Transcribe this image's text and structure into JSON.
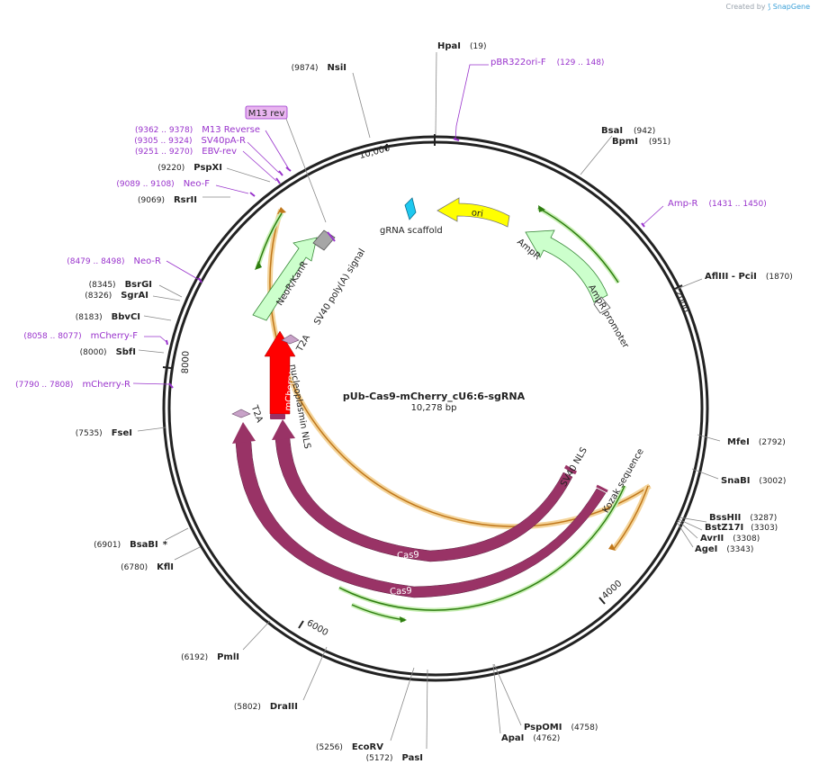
{
  "credit": {
    "prefix": "Created by",
    "brand": "SnapGene"
  },
  "plasmid": {
    "name": "pUb-Cas9-mCherry_cU6:6-sgRNA",
    "length_label": "10,278 bp",
    "length": 10278
  },
  "ticks": [
    {
      "label": "2000",
      "pos": 2000
    },
    {
      "label": "4000",
      "pos": 4000
    },
    {
      "label": "6000",
      "pos": 6000
    },
    {
      "label": "8000",
      "pos": 8000
    },
    {
      "label": "10,000",
      "pos": 10000
    }
  ],
  "sites": [
    {
      "name": "HpaI",
      "pos": "(19)"
    },
    {
      "name": "BsaI",
      "pos": "(942)"
    },
    {
      "name": "BpmI",
      "pos": "(951)"
    },
    {
      "name": "AflIII",
      "name2": "PciI",
      "pos": "(1870)"
    },
    {
      "name": "MfeI",
      "pos": "(2792)"
    },
    {
      "name": "SnaBI",
      "pos": "(3002)"
    },
    {
      "name": "BssHII",
      "pos": "(3287)"
    },
    {
      "name": "BstZ17I",
      "pos": "(3303)"
    },
    {
      "name": "AvrII",
      "pos": "(3308)"
    },
    {
      "name": "AgeI",
      "pos": "(3343)"
    },
    {
      "name": "PspOMI",
      "pos": "(4758)"
    },
    {
      "name": "ApaI",
      "pos": "(4762)"
    },
    {
      "name": "PasI",
      "pos": "(5172)"
    },
    {
      "name": "EcoRV",
      "pos": "(5256)"
    },
    {
      "name": "DraIII",
      "pos": "(5802)"
    },
    {
      "name": "PmlI",
      "pos": "(6192)"
    },
    {
      "name": "KflI",
      "pos": "(6780)"
    },
    {
      "name": "BsaBI",
      "pos": "(6901)",
      "mark": "*"
    },
    {
      "name": "FseI",
      "pos": "(7535)"
    },
    {
      "name": "SbfI",
      "pos": "(8000)"
    },
    {
      "name": "BbvCI",
      "pos": "(8183)"
    },
    {
      "name": "SgrAI",
      "pos": "(8326)"
    },
    {
      "name": "BsrGI",
      "pos": "(8345)"
    },
    {
      "name": "RsrII",
      "pos": "(9069)"
    },
    {
      "name": "PspXI",
      "pos": "(9220)"
    },
    {
      "name": "NsiI",
      "pos": "(9874)"
    }
  ],
  "primers": [
    {
      "name": "pBR322ori-F",
      "range": "(129 .. 148)"
    },
    {
      "name": "Amp-R",
      "range": "(1431 .. 1450)"
    },
    {
      "name": "mCherry-R",
      "range": "(7790 .. 7808)"
    },
    {
      "name": "mCherry-F",
      "range": "(8058 .. 8077)"
    },
    {
      "name": "Neo-R",
      "range": "(8479 .. 8498)"
    },
    {
      "name": "Neo-F",
      "range": "(9089 .. 9108)"
    },
    {
      "name": "EBV-rev",
      "range": "(9251 .. 9270)"
    },
    {
      "name": "SV40pA-R",
      "range": "(9305 .. 9324)"
    },
    {
      "name": "M13 Reverse",
      "range": "(9362 .. 9378)"
    }
  ],
  "boxed_primer": "M13 rev",
  "features": [
    {
      "name": "ori",
      "color": "#ffff00"
    },
    {
      "name": "gRNA scaffold",
      "color": "#1ec8ef"
    },
    {
      "name": "AmpR",
      "color": "#ccffcc"
    },
    {
      "name": "AmpR promoter",
      "color": "#ffffff"
    },
    {
      "name": "NeoR/KanR",
      "color": "#ccffcc"
    },
    {
      "name": "SV40 poly(A) signal",
      "color": "#a6a6a6"
    },
    {
      "name": "T2A",
      "color": "#c8a2c8"
    },
    {
      "name": "mCherry",
      "color": "#ff0000"
    },
    {
      "name": "nucleoplasmin NLS",
      "color": "#993366"
    },
    {
      "name": "T2A",
      "color": "#c8a2c8"
    },
    {
      "name": "SV40 NLS",
      "color": "#993366"
    },
    {
      "name": "Kozak sequence",
      "color": "#993366"
    },
    {
      "name": "Cas9",
      "color": "#993366"
    },
    {
      "name": "Cas9",
      "color": "#993366"
    }
  ],
  "colors": {
    "primer": "#9933cc",
    "feature_cds": "#993366",
    "orf_green": "#2e7d10",
    "orf_orange": "#c0771a",
    "backbone": "#222222"
  }
}
